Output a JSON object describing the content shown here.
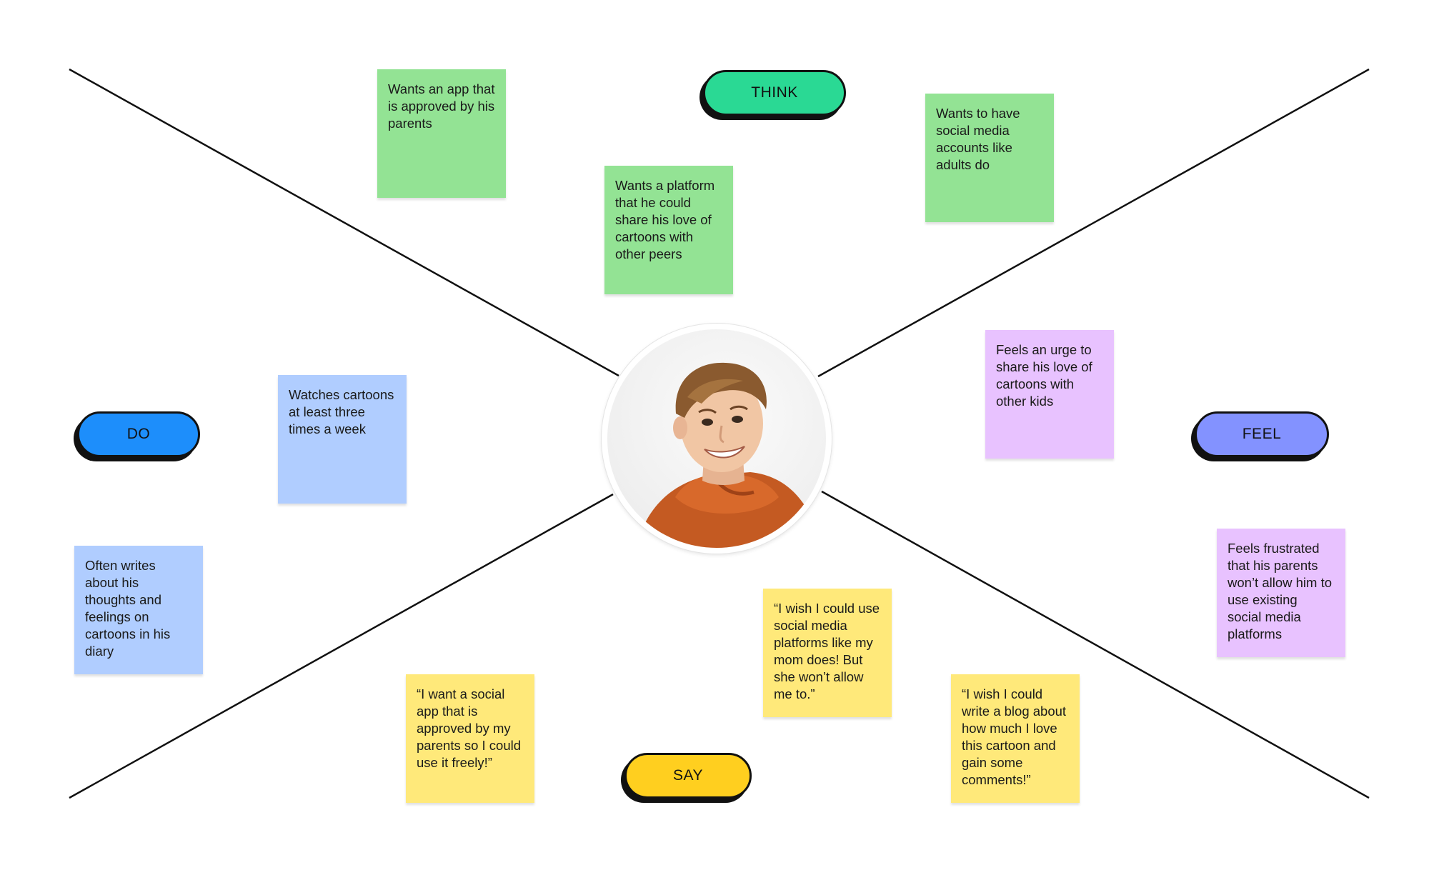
{
  "quadrants": {
    "think": {
      "label": "THINK",
      "color": "#2ad994",
      "notes": [
        "Wants an app that is approved by his parents",
        "Wants a platform that he could share his love of cartoons with other peers",
        "Wants to have social media accounts like adults do"
      ]
    },
    "do": {
      "label": "DO",
      "color": "#1d8efb",
      "notes": [
        "Watches cartoons at least three times a week",
        "Often writes about his thoughts and feelings on cartoons in his diary"
      ]
    },
    "feel": {
      "label": "FEEL",
      "color": "#8392ff",
      "notes": [
        "Feels an urge to share his love of cartoons with other kids",
        "Feels frustrated that his parents won’t allow him to use existing social media platforms"
      ]
    },
    "say": {
      "label": "SAY",
      "color": "#ffcf1f",
      "notes": [
        "“I wish I could use social media platforms like my mom does! But she won’t allow me to.”",
        "“I want a social app that is approved by my parents so I could use it freely!”",
        "“I wish I could write a blog about how much I love this cartoon and gain some comments!”"
      ]
    }
  },
  "note_colors": {
    "green": "#93e394",
    "blue": "#b0cdff",
    "purple": "#e8c2ff",
    "yellow": "#ffe97a"
  }
}
